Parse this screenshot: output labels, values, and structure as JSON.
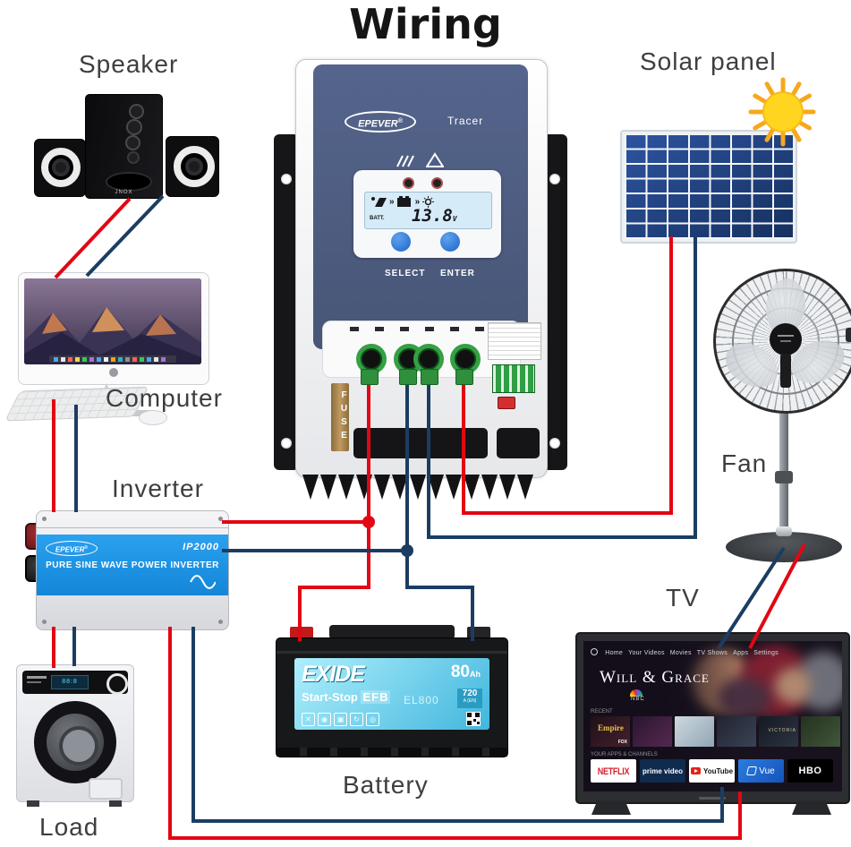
{
  "title": "Wiring",
  "labels": {
    "speaker": "Speaker",
    "solar_panel": "Solar panel",
    "computer": "Computer",
    "inverter": "Inverter",
    "fan": "Fan",
    "load": "Load",
    "battery": "Battery",
    "tv": "TV"
  },
  "colors": {
    "wire_red": "#e30613",
    "wire_blue": "#1b3d63",
    "controller_face": "#4e5c7e",
    "inverter_blue": "#2196e3",
    "battery_label_cyan": "#4fc3e8",
    "solar_cell_blue": "#2d54a0",
    "sun_yellow": "#ffd21e"
  },
  "controller": {
    "brand": "EPEVER",
    "reg": "®",
    "model": "Tracer",
    "batt_label": "BATT.",
    "voltage": "13.8",
    "voltage_unit": "V",
    "select": "SELECT",
    "enter": "ENTER",
    "fuse": "FUSE"
  },
  "speaker": {
    "brand": "JNOX"
  },
  "inverter": {
    "brand": "EPEVER",
    "reg": "®",
    "model": "IP2000",
    "tagline": "PURE SINE WAVE POWER INVERTER"
  },
  "battery": {
    "brand": "EXIDE",
    "line": "Start-Stop",
    "tech": "EFB",
    "capacity": "80",
    "capacity_unit": "Ah",
    "model": "EL800",
    "cranking": "720",
    "cranking_unit": "A (EN)"
  },
  "tv": {
    "nav": [
      "Home",
      "Your Videos",
      "Movies",
      "TV Shows",
      "Apps",
      "Settings"
    ],
    "show": "Will & Grace",
    "network": "NBC",
    "recent": "RECENT",
    "apps_header": "YOUR APPS & CHANNELS",
    "apps": [
      "NETFLIX",
      "prime video",
      "YouTube",
      "Vue",
      "HBO"
    ],
    "thumb1": "Empire",
    "thumb1_net": "FOX",
    "thumb5": "VICTORIA"
  }
}
